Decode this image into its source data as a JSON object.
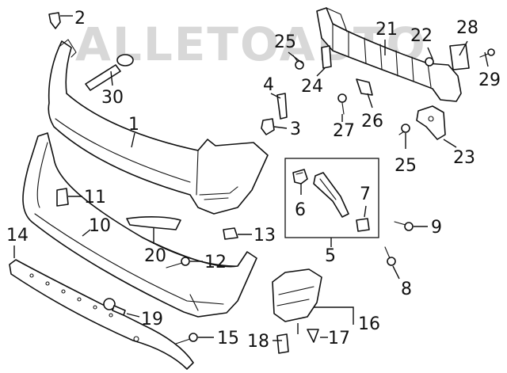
{
  "watermark": "ALLETOABTO",
  "callouts": [
    {
      "id": "c2",
      "label": "2"
    },
    {
      "id": "c25a",
      "label": "25"
    },
    {
      "id": "c21",
      "label": "21"
    },
    {
      "id": "c22",
      "label": "22"
    },
    {
      "id": "c28",
      "label": "28"
    },
    {
      "id": "c29",
      "label": "29"
    },
    {
      "id": "c30",
      "label": "30"
    },
    {
      "id": "c24",
      "label": "24"
    },
    {
      "id": "c4",
      "label": "4"
    },
    {
      "id": "c3",
      "label": "3"
    },
    {
      "id": "c27",
      "label": "27"
    },
    {
      "id": "c26",
      "label": "26"
    },
    {
      "id": "c1",
      "label": "1"
    },
    {
      "id": "c23",
      "label": "23"
    },
    {
      "id": "c25b",
      "label": "25"
    },
    {
      "id": "c11",
      "label": "11"
    },
    {
      "id": "c6",
      "label": "6"
    },
    {
      "id": "c7",
      "label": "7"
    },
    {
      "id": "c10",
      "label": "10"
    },
    {
      "id": "c9",
      "label": "9"
    },
    {
      "id": "c14",
      "label": "14"
    },
    {
      "id": "c13",
      "label": "13"
    },
    {
      "id": "c5",
      "label": "5"
    },
    {
      "id": "c20",
      "label": "20"
    },
    {
      "id": "c12",
      "label": "12"
    },
    {
      "id": "c8",
      "label": "8"
    },
    {
      "id": "c19",
      "label": "19"
    },
    {
      "id": "c16",
      "label": "16"
    },
    {
      "id": "c15",
      "label": "15"
    },
    {
      "id": "c18",
      "label": "18"
    },
    {
      "id": "c17",
      "label": "17"
    }
  ]
}
